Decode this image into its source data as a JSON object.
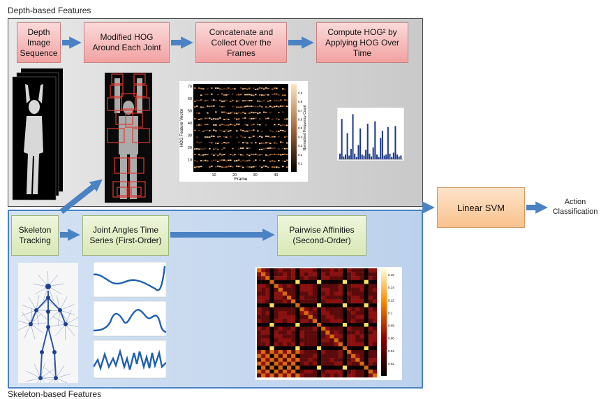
{
  "panels": {
    "depth_title": "Depth-based Features",
    "skeleton_title": "Skeleton-based Features"
  },
  "depth_steps": [
    "Depth Image Sequence",
    "Modified HOG Around Each Joint",
    "Concatenate and Collect Over the Frames",
    "Compute HOG² by Applying HOG Over Time"
  ],
  "skeleton_steps": [
    "Skeleton Tracking",
    "Joint Angles Time Series (First-Order)",
    "Pairwise Affinities (Second-Order)"
  ],
  "classifier": {
    "label": "Linear SVM"
  },
  "output": {
    "label": "Action Classification"
  },
  "hog_matrix": {
    "ylabel": "HOG Feature Vector",
    "xlabel": "Frame",
    "colorbar_label": "Normalized Frequency Count",
    "xticks": [
      "10",
      "20",
      "30",
      "40"
    ],
    "yticks": [
      "10",
      "20",
      "30",
      "40",
      "50",
      "60",
      "70"
    ],
    "cticks": [
      "0.1",
      "0.2",
      "0.3",
      "0.4",
      "0.5",
      "0.6",
      "0.7",
      "0.8",
      "0.9"
    ]
  },
  "affinity_matrix": {
    "cticks": [
      "0.02",
      "0.04",
      "0.06",
      "0.08",
      "0.1",
      "0.12",
      "0.14",
      "0.16"
    ]
  },
  "hog2_histogram": {
    "values": [
      0.12,
      0.85,
      0.06,
      0.1,
      0.55,
      0.08,
      0.22,
      0.95,
      0.12,
      0.05,
      0.3,
      0.65,
      0.1,
      0.08,
      0.2,
      0.75,
      0.12,
      0.06,
      0.25,
      0.8,
      0.1,
      0.05,
      0.45,
      0.6,
      0.08,
      0.1,
      0.68,
      0.12,
      0.05,
      0.14,
      0.7,
      0.1,
      0.06,
      0.08
    ]
  },
  "colors": {
    "arrow": "#4a82c4",
    "depth_box": "#f2a2a2",
    "skeleton_box": "#d8e8b6",
    "svm_box": "#f9c28d",
    "hist_bar": "#1f3a8a"
  }
}
